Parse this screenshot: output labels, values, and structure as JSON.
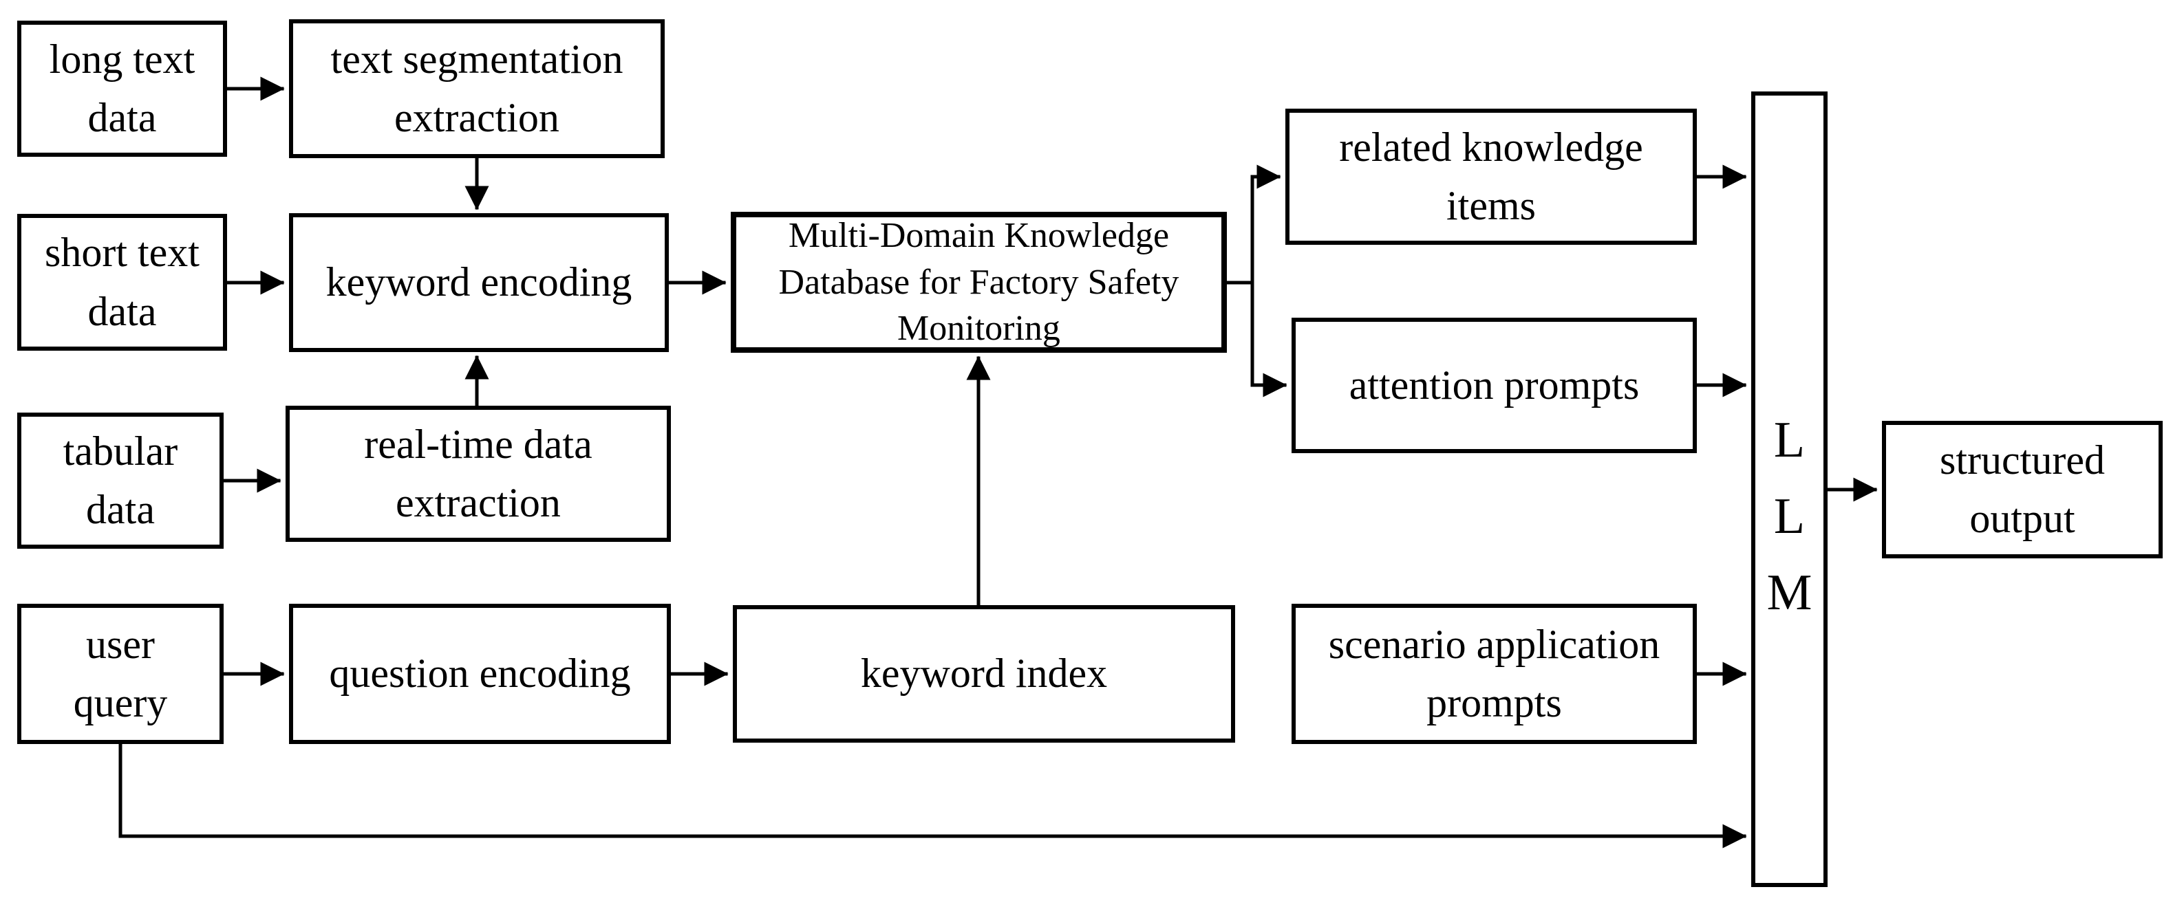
{
  "diagram": {
    "type": "flowchart",
    "background_color": "#ffffff",
    "line_color": "#000000",
    "text_color": "#000000",
    "nodes": {
      "long_text_data": {
        "label": "long text\ndata"
      },
      "text_segmentation_extraction": {
        "label": "text segmentation\nextraction"
      },
      "short_text_data": {
        "label": "short text\ndata"
      },
      "keyword_encoding": {
        "label": "keyword encoding"
      },
      "tabular_data": {
        "label": "tabular\ndata"
      },
      "real_time_data_extraction": {
        "label": "real-time data\nextraction"
      },
      "user_query": {
        "label": "user\nquery"
      },
      "question_encoding": {
        "label": "question encoding"
      },
      "keyword_index": {
        "label": "keyword index"
      },
      "multi_domain_database": {
        "label": "Multi-Domain Knowledge\nDatabase for Factory Safety\nMonitoring"
      },
      "related_knowledge_items": {
        "label": "related knowledge\nitems"
      },
      "attention_prompts": {
        "label": "attention prompts"
      },
      "scenario_application_prompts": {
        "label": "scenario application\nprompts"
      },
      "llm": {
        "label": "L\nL\nM"
      },
      "structured_output": {
        "label": "structured\noutput"
      }
    },
    "edges": [
      {
        "from": "long_text_data",
        "to": "text_segmentation_extraction"
      },
      {
        "from": "text_segmentation_extraction",
        "to": "keyword_encoding"
      },
      {
        "from": "short_text_data",
        "to": "keyword_encoding"
      },
      {
        "from": "tabular_data",
        "to": "real_time_data_extraction"
      },
      {
        "from": "real_time_data_extraction",
        "to": "keyword_encoding"
      },
      {
        "from": "keyword_encoding",
        "to": "multi_domain_database"
      },
      {
        "from": "user_query",
        "to": "question_encoding"
      },
      {
        "from": "question_encoding",
        "to": "keyword_index"
      },
      {
        "from": "keyword_index",
        "to": "multi_domain_database"
      },
      {
        "from": "multi_domain_database",
        "to": "related_knowledge_items"
      },
      {
        "from": "multi_domain_database",
        "to": "attention_prompts"
      },
      {
        "from": "related_knowledge_items",
        "to": "llm"
      },
      {
        "from": "attention_prompts",
        "to": "llm"
      },
      {
        "from": "scenario_application_prompts",
        "to": "llm"
      },
      {
        "from": "user_query",
        "to": "llm"
      },
      {
        "from": "llm",
        "to": "structured_output"
      }
    ]
  }
}
